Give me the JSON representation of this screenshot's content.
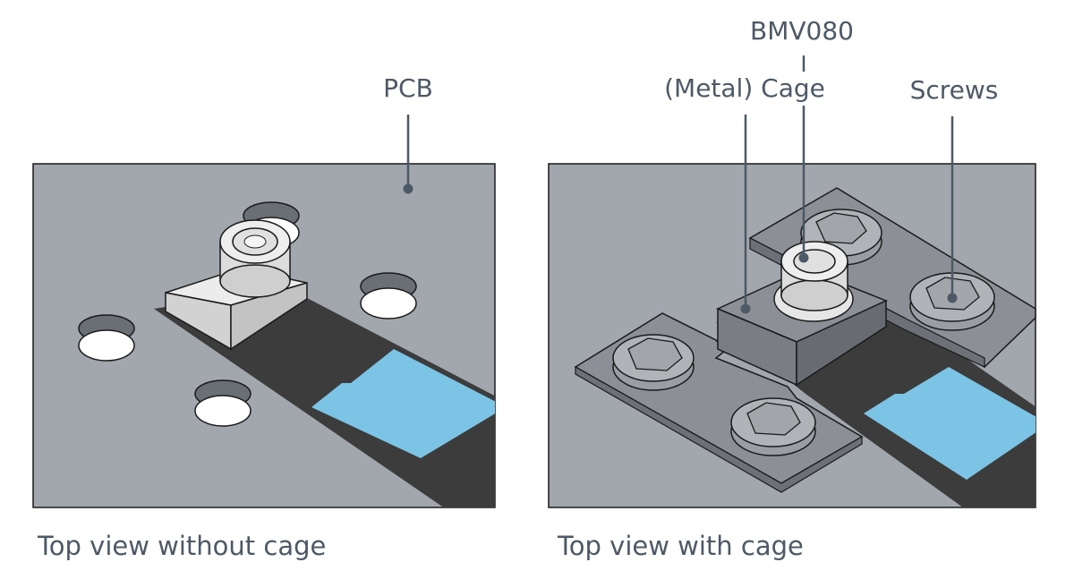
{
  "labels": {
    "pcb": "PCB",
    "sensor": "BMV080",
    "cage": "(Metal) Cage",
    "screws": "Screws"
  },
  "captions": {
    "left": "Top view without cage",
    "right": "Top view with cage"
  },
  "colors": {
    "pcb": "#a2a7ae",
    "cable_dark": "#3c3c3c",
    "cable_blue": "#7cc4e6",
    "cage": "#8c9096",
    "sensor_body": "#e4e4e4",
    "outline": "#1a1a1a",
    "callout": "#4d5966"
  }
}
